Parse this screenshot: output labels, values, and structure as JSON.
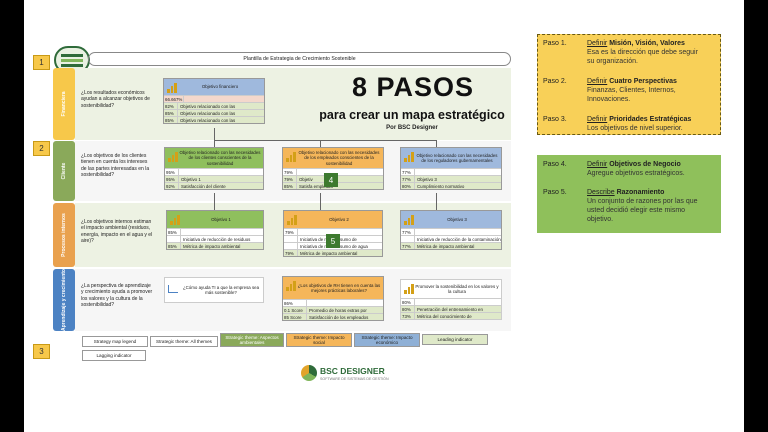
{
  "header": {
    "title": "Plantilla de Estrategia de Crecimiento Sostenible"
  },
  "steps": [
    "1",
    "2",
    "3"
  ],
  "hero": {
    "title": "8 PASOS",
    "subtitle": "para crear un mapa estratégico",
    "by": "Por BSC Designer"
  },
  "lanes": {
    "finance": "Financiera",
    "client": "Cliente",
    "internal": "Procesos internos",
    "learning": "Aprendizaje y crecimiento"
  },
  "questions": {
    "finance": "¿Los resultados económicos ayudan a alcanzar objetivos de sostenibilidad?",
    "client": "¿Los objetivos de los clientes tienen en cuenta los intereses de las partes interesadas en la sostenibilidad?",
    "internal": "¿Los objetivos internos estiman el impacto ambiental (residuos, energía, impacto en el agua y el aire)?",
    "learning": "¿La perspectiva de aprendizaje y crecimiento ayuda a promover los valores y la cultura de la sostenibilidad?"
  },
  "finance_card": {
    "title": "Objetivo financiero",
    "rows": [
      {
        "v": "66.667%",
        "t": ""
      },
      {
        "v": "82%",
        "t": "Objetivo relacionado con las"
      },
      {
        "v": "85%",
        "t": "Objetivo relacionado con las"
      },
      {
        "v": "85%",
        "t": "Objetivo relacionado con las"
      }
    ]
  },
  "client_cards": [
    {
      "title": "Objetivo relacionado con las necesidades de los clientes conscientes de la sostenibilidad",
      "rows": [
        {
          "v": "95%",
          "t": ""
        },
        {
          "v": "95%",
          "t": "Objetivo 1"
        },
        {
          "v": "92%",
          "t": "Satisfacción del cliente"
        }
      ]
    },
    {
      "title": "Objetivo relacionado con las necesidades de los empleados conscientes de la sostenibilidad",
      "rows": [
        {
          "v": "79%",
          "t": ""
        },
        {
          "v": "79%",
          "t": "Objetiv"
        },
        {
          "v": "85%",
          "t": "Satisfa          empleado"
        }
      ]
    },
    {
      "title": "Objetivo relacionado con las necesidades de los reguladores gubernamentales",
      "rows": [
        {
          "v": "77%",
          "t": ""
        },
        {
          "v": "77%",
          "t": "Objetivo 3"
        },
        {
          "v": "80%",
          "t": "Cumplimiento normativo"
        }
      ]
    }
  ],
  "internal_cards": [
    {
      "title": "Objetivo 1",
      "rows": [
        {
          "v": "85%",
          "t": ""
        },
        {
          "v": "",
          "t": "Iniciativa de reducción de residuos"
        },
        {
          "v": "85%",
          "t": "Métrica de impacto ambiental"
        }
      ]
    },
    {
      "title": "Objetivo 2",
      "rows": [
        {
          "v": "79%",
          "t": ""
        },
        {
          "v": "",
          "t": "Iniciativa de redi       consumo de"
        },
        {
          "v": "",
          "t": "Iniciativa de redi       consumo de agua"
        },
        {
          "v": "79%",
          "t": "Métrica de impacto ambiental"
        }
      ]
    },
    {
      "title": "Objetivo 3",
      "rows": [
        {
          "v": "77%",
          "t": ""
        },
        {
          "v": "",
          "t": "Iniciativa de reducción de la contaminación"
        },
        {
          "v": "77%",
          "t": "Métrica de impacto ambiental"
        }
      ]
    }
  ],
  "learning_items": [
    {
      "title": "¿Cómo ayuda TI a que la empresa sea más sostenible?",
      "rows": []
    },
    {
      "title": "¿Los objetivos de RH tienen en cuenta las mejores prácticas laborales?",
      "rows": [
        {
          "v": "86%",
          "t": ""
        },
        {
          "v": "0.1 Score",
          "t": "Promedio de horas extras por"
        },
        {
          "v": "85 Score",
          "t": "Satisfacción de los empleados"
        }
      ]
    },
    {
      "title": "Promover la sostenibilidad en los valores y la cultura",
      "rows": [
        {
          "v": "80%",
          "t": ""
        },
        {
          "v": "80%",
          "t": "Penetración del entrenamiento en"
        },
        {
          "v": "73%",
          "t": "Métrica del conocimiento de"
        }
      ]
    }
  ],
  "badges": {
    "client": "4",
    "internal": "5"
  },
  "legend": [
    {
      "label": "Strategy map legend",
      "bg": "#ffffff"
    },
    {
      "label": "Strategic theme: All themes",
      "bg": "#ffffff"
    },
    {
      "label": "Strategic theme: Aspectos ambientales",
      "bg": "#8aa95a"
    },
    {
      "label": "Strategic theme: Impacto social",
      "bg": "#f5b65a"
    },
    {
      "label": "Strategic theme: Impacto económico",
      "bg": "#8fb0d6"
    },
    {
      "label": "Leading indicator",
      "bg": "#dfe9c9"
    },
    {
      "label": "Lagging indicator",
      "bg": "#ffffff"
    }
  ],
  "logo": {
    "name": "BSC DESIGNER",
    "tagline": "SOFTWARE DE SISTEMAS DE GESTIÓN"
  },
  "pasos_top": [
    {
      "k": "Paso 1.",
      "u": "Definir",
      "b": "Misión, Visión, Valores",
      "s": "Esa es la dirección que debe seguir su organización."
    },
    {
      "k": "Paso 2.",
      "u": "Definir",
      "b": "Cuatro Perspectivas",
      "s": "Finanzas, Clientes, Internos, Innovaciones."
    },
    {
      "k": "Paso 3.",
      "u": "Definir",
      "b": "Prioridades Estratégicas",
      "s": "Los objetivos de nivel superior."
    }
  ],
  "pasos_bottom": [
    {
      "k": "Paso 4.",
      "u": "Definir",
      "b": "Objetivos de Negocio",
      "s": "Agregue objetivos estratégicos."
    },
    {
      "k": "Paso 5.",
      "u": "Describe",
      "b": "Razonamiento",
      "s": "Un conjunto de razones por las que usted decidió elegir este mismo objetivo."
    }
  ],
  "colors": {
    "finance": "#f7c84a",
    "client": "#8aa95a",
    "internal": "#e9a14e",
    "learning": "#4c82c3",
    "green_card": "#8fbf5d",
    "orange_card": "#f5b65a",
    "blue_card": "#9fb9dd"
  }
}
